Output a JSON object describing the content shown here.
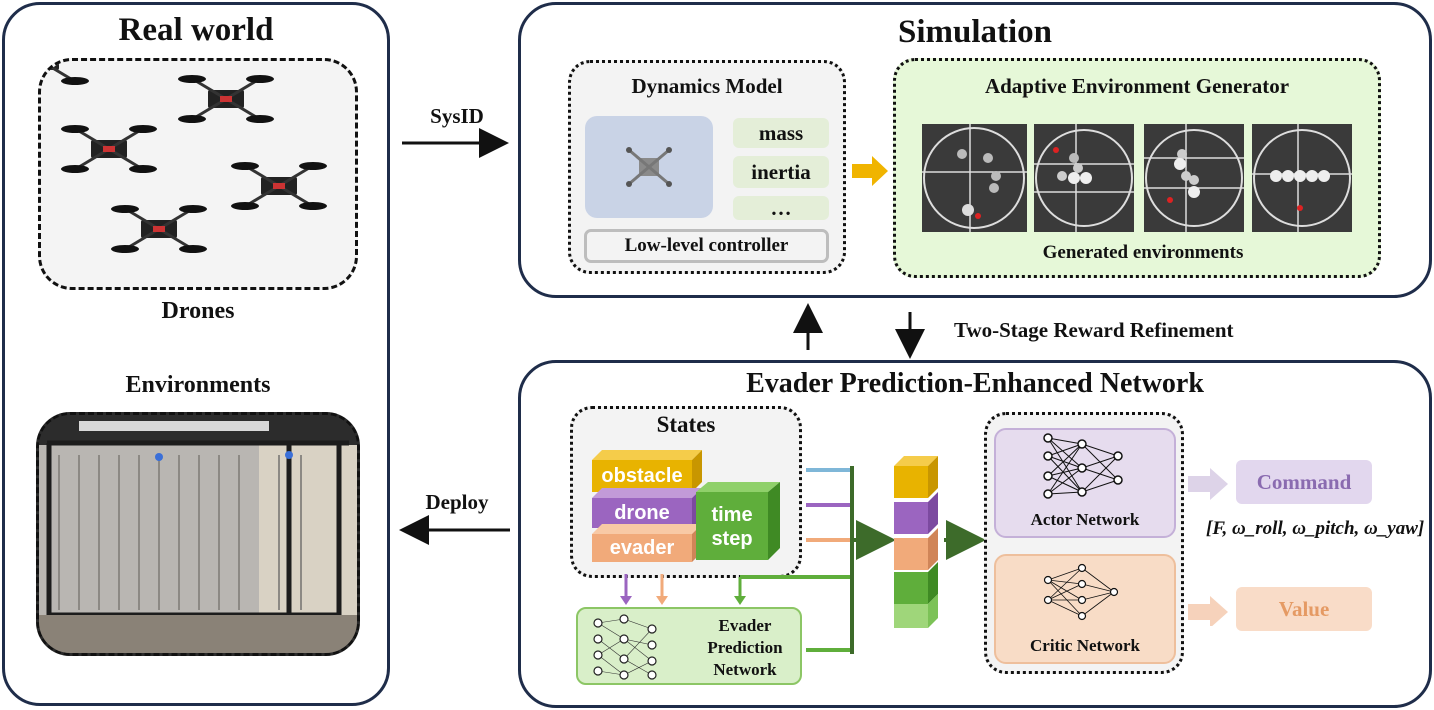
{
  "real_world": {
    "title": "Real world",
    "drones_label": "Drones",
    "environments_label": "Environments"
  },
  "arrows": {
    "sysid": "SysID",
    "deploy": "Deploy",
    "reward_refinement": "Two-Stage Reward Refinement"
  },
  "simulation": {
    "title": "Simulation",
    "dynamics": {
      "title": "Dynamics Model",
      "params": [
        "mass",
        "inertia",
        "…"
      ],
      "controller": "Low-level controller"
    },
    "generator": {
      "title": "Adaptive Environment Generator",
      "caption": "Generated environments"
    }
  },
  "network": {
    "title": "Evader Prediction-Enhanced Network",
    "states": {
      "title": "States",
      "obstacle": "obstacle",
      "drone": "drone",
      "evader": "evader",
      "time_step": "time step"
    },
    "evader_prediction": "Evader Prediction Network",
    "actor": "Actor Network",
    "critic": "Critic Network",
    "command": "Command",
    "command_formula": "[F, ω_roll, ω_pitch, ω_yaw]",
    "value": "Value"
  },
  "colors": {
    "panel_border": "#1f2d4a",
    "obstacle": "#e8b300",
    "drone": "#9b65c0",
    "evader": "#f1aa7a",
    "time_step": "#5fae3b",
    "actor_bg": "#e6dcee",
    "critic_bg": "#f8dcc6",
    "generator_bg": "#e6f8d8",
    "dark_green": "#3d6b2a",
    "light_green": "#9fd67a"
  }
}
